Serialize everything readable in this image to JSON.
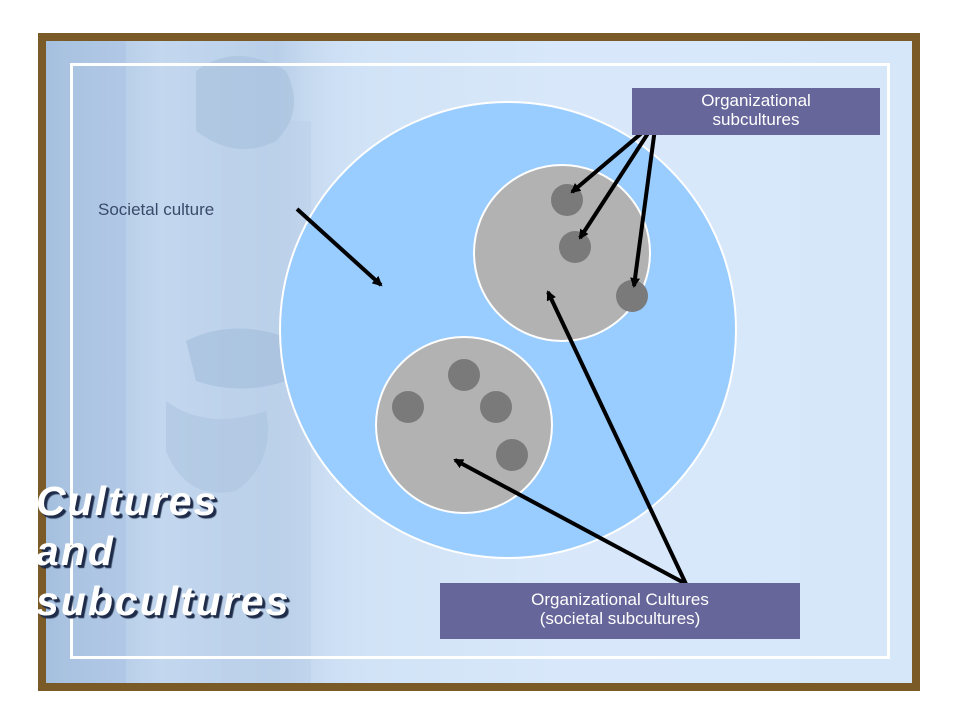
{
  "title": {
    "lines": [
      "Cultures",
      "and",
      "subcultures"
    ]
  },
  "labels": {
    "societal_culture": "Societal culture",
    "organizational_subcultures": [
      "Organizational",
      "subcultures"
    ],
    "organizational_cultures": [
      "Organizational Cultures",
      "(societal subcultures)"
    ]
  },
  "colors": {
    "frame": "#7a5a26",
    "societal_circle": "#99ccff",
    "organization_circle": "#b2b2b2",
    "subculture_dot": "#7a7a7a",
    "label_box": "#66669a"
  }
}
